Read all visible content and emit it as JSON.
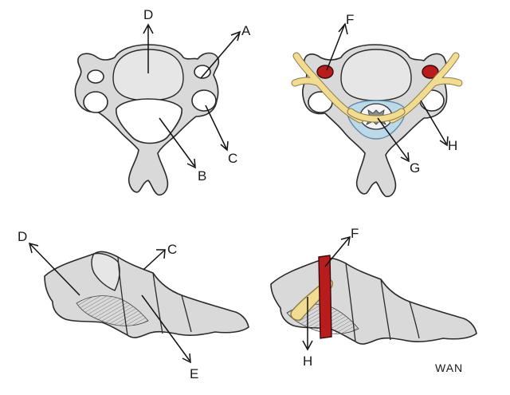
{
  "labels": {
    "top_left": {
      "d": "D",
      "a": "A",
      "b": "B",
      "c": "C"
    },
    "top_right": {
      "f": "F",
      "g": "G",
      "h": "H"
    },
    "bottom_left": {
      "d": "D",
      "c": "C",
      "e": "E"
    },
    "bottom_right": {
      "f": "F",
      "h": "H"
    }
  },
  "signature": "WAN",
  "colors": {
    "bone": "#d9d9d9",
    "vertebral_artery": "#b81c1c",
    "nerve": "#f2dc92",
    "dura": "#bcd9ea",
    "spinal_cord": "#f4f4f4"
  }
}
